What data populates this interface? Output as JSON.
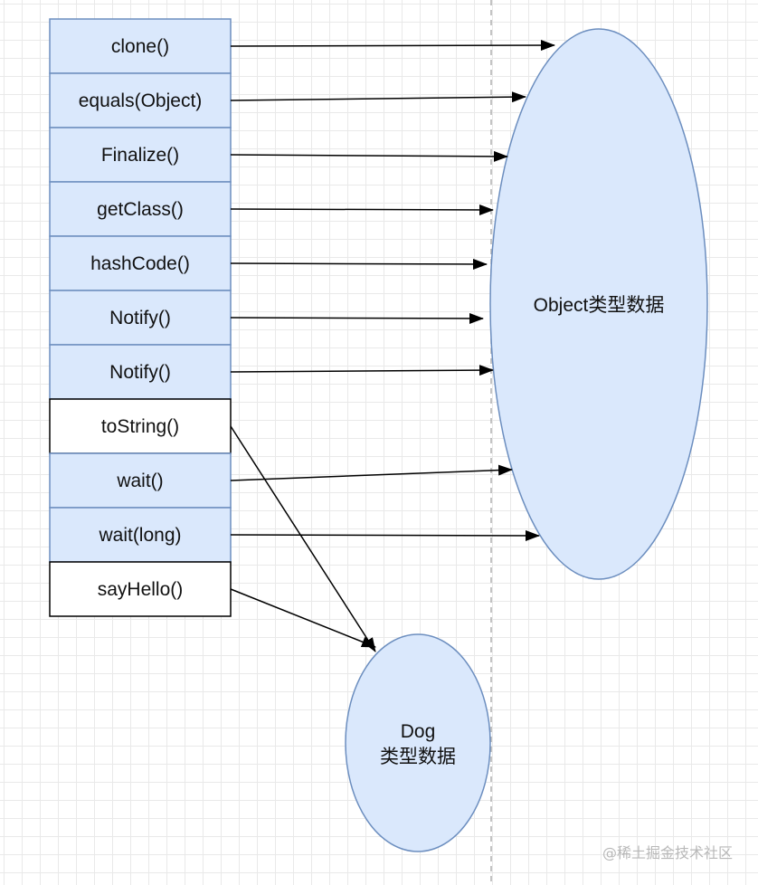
{
  "methods": [
    {
      "label": "clone()",
      "owner": "object"
    },
    {
      "label": "equals(Object)",
      "owner": "object"
    },
    {
      "label": "Finalize()",
      "owner": "object"
    },
    {
      "label": "getClass()",
      "owner": "object"
    },
    {
      "label": "hashCode()",
      "owner": "object"
    },
    {
      "label": "Notify()",
      "owner": "object"
    },
    {
      "label": "Notify()",
      "owner": "object"
    },
    {
      "label": "toString()",
      "owner": "dog"
    },
    {
      "label": "wait()",
      "owner": "object"
    },
    {
      "label": "wait(long)",
      "owner": "object"
    },
    {
      "label": "sayHello()",
      "owner": "dog"
    }
  ],
  "object_region": {
    "label": "Object类型数据"
  },
  "dog_region": {
    "line1": "Dog",
    "line2": "类型数据"
  },
  "watermark": "@稀土掘金技术社区",
  "colors": {
    "inherited_fill": "#dae8fc",
    "own_fill": "#ffffff",
    "box_stroke": "#6c8ebf",
    "own_stroke": "#000000",
    "ellipse_fill": "#dae8fc",
    "ellipse_stroke": "#6c8ebf",
    "arrow": "#000000",
    "divider": "#b0b0b0"
  }
}
